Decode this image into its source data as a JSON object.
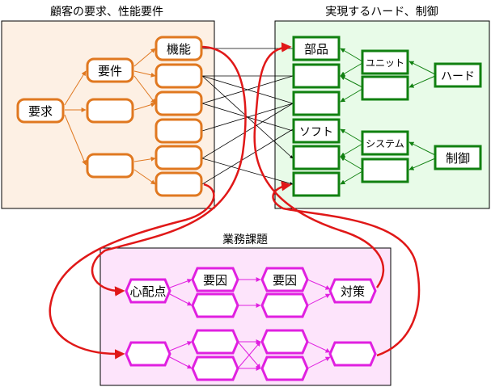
{
  "panels": {
    "customer": {
      "title": "顧客の要求、性能要件",
      "fill": "#fdf0e4"
    },
    "hardware": {
      "title": "実現するハード、制御",
      "fill": "#e8fbe8"
    },
    "business": {
      "title": "業務課題",
      "fill": "#fde4fb"
    }
  },
  "customer": {
    "requirement": "要求",
    "spec": "要件",
    "function": "機能"
  },
  "hardware": {
    "parts": "部品",
    "software": "ソフト",
    "unit": "ユニット",
    "system": "システム",
    "hard": "ハード",
    "control": "制御"
  },
  "business": {
    "worry": "心配点",
    "factor1": "要因",
    "factor2": "要因",
    "measure": "対策"
  },
  "colors": {
    "orange": "#e07820",
    "green": "#108010",
    "magenta": "#e020e0",
    "red": "#e01818",
    "black": "#000000"
  }
}
